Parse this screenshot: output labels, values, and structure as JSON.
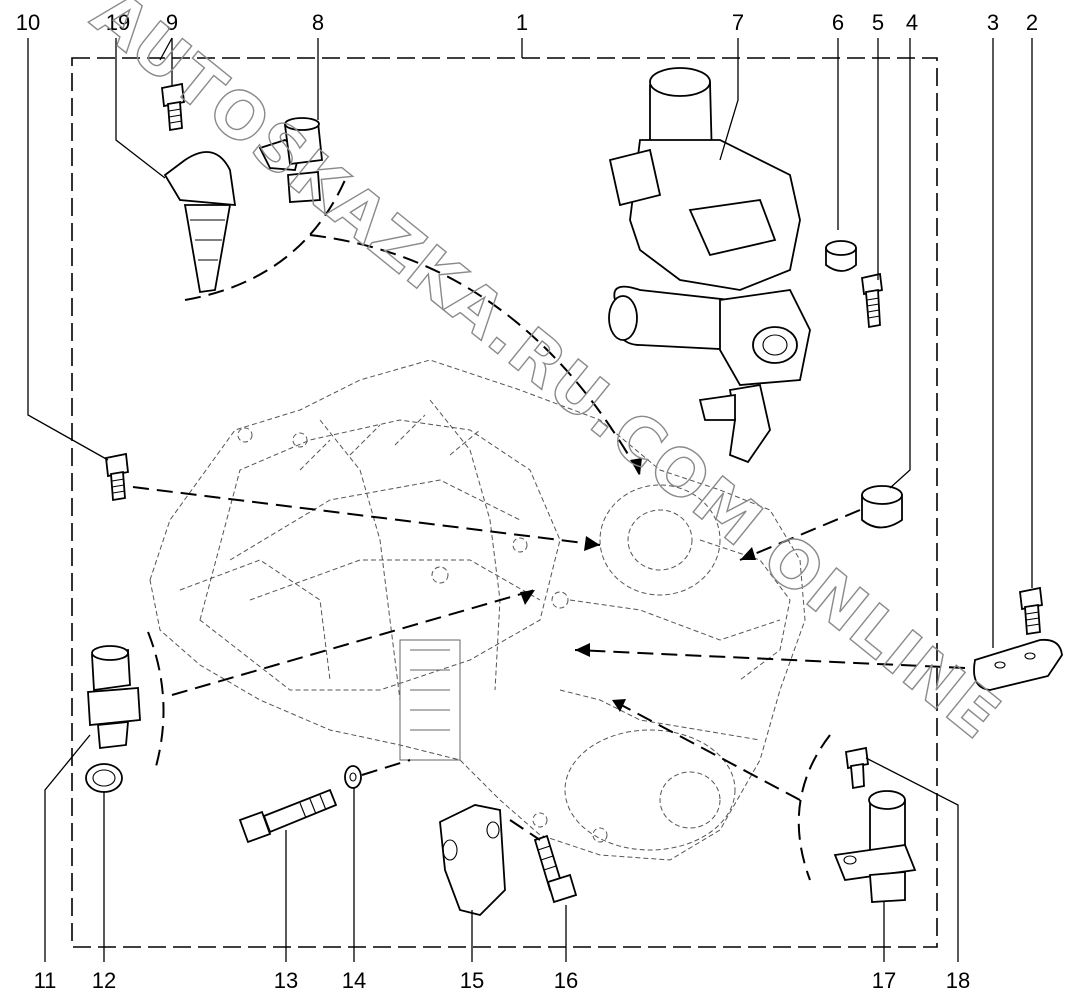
{
  "diagram": {
    "watermark": "AUTOSKAZKA.RU.COM ONLINE",
    "callouts": {
      "c1": "1",
      "c2": "2",
      "c3": "3",
      "c4": "4",
      "c5": "5",
      "c6": "6",
      "c7": "7",
      "c8": "8",
      "c9": "9",
      "c10": "10",
      "c11": "11",
      "c12": "12",
      "c13": "13",
      "c14": "14",
      "c15": "15",
      "c16": "16",
      "c17": "17",
      "c18": "18",
      "c19": "19"
    }
  }
}
